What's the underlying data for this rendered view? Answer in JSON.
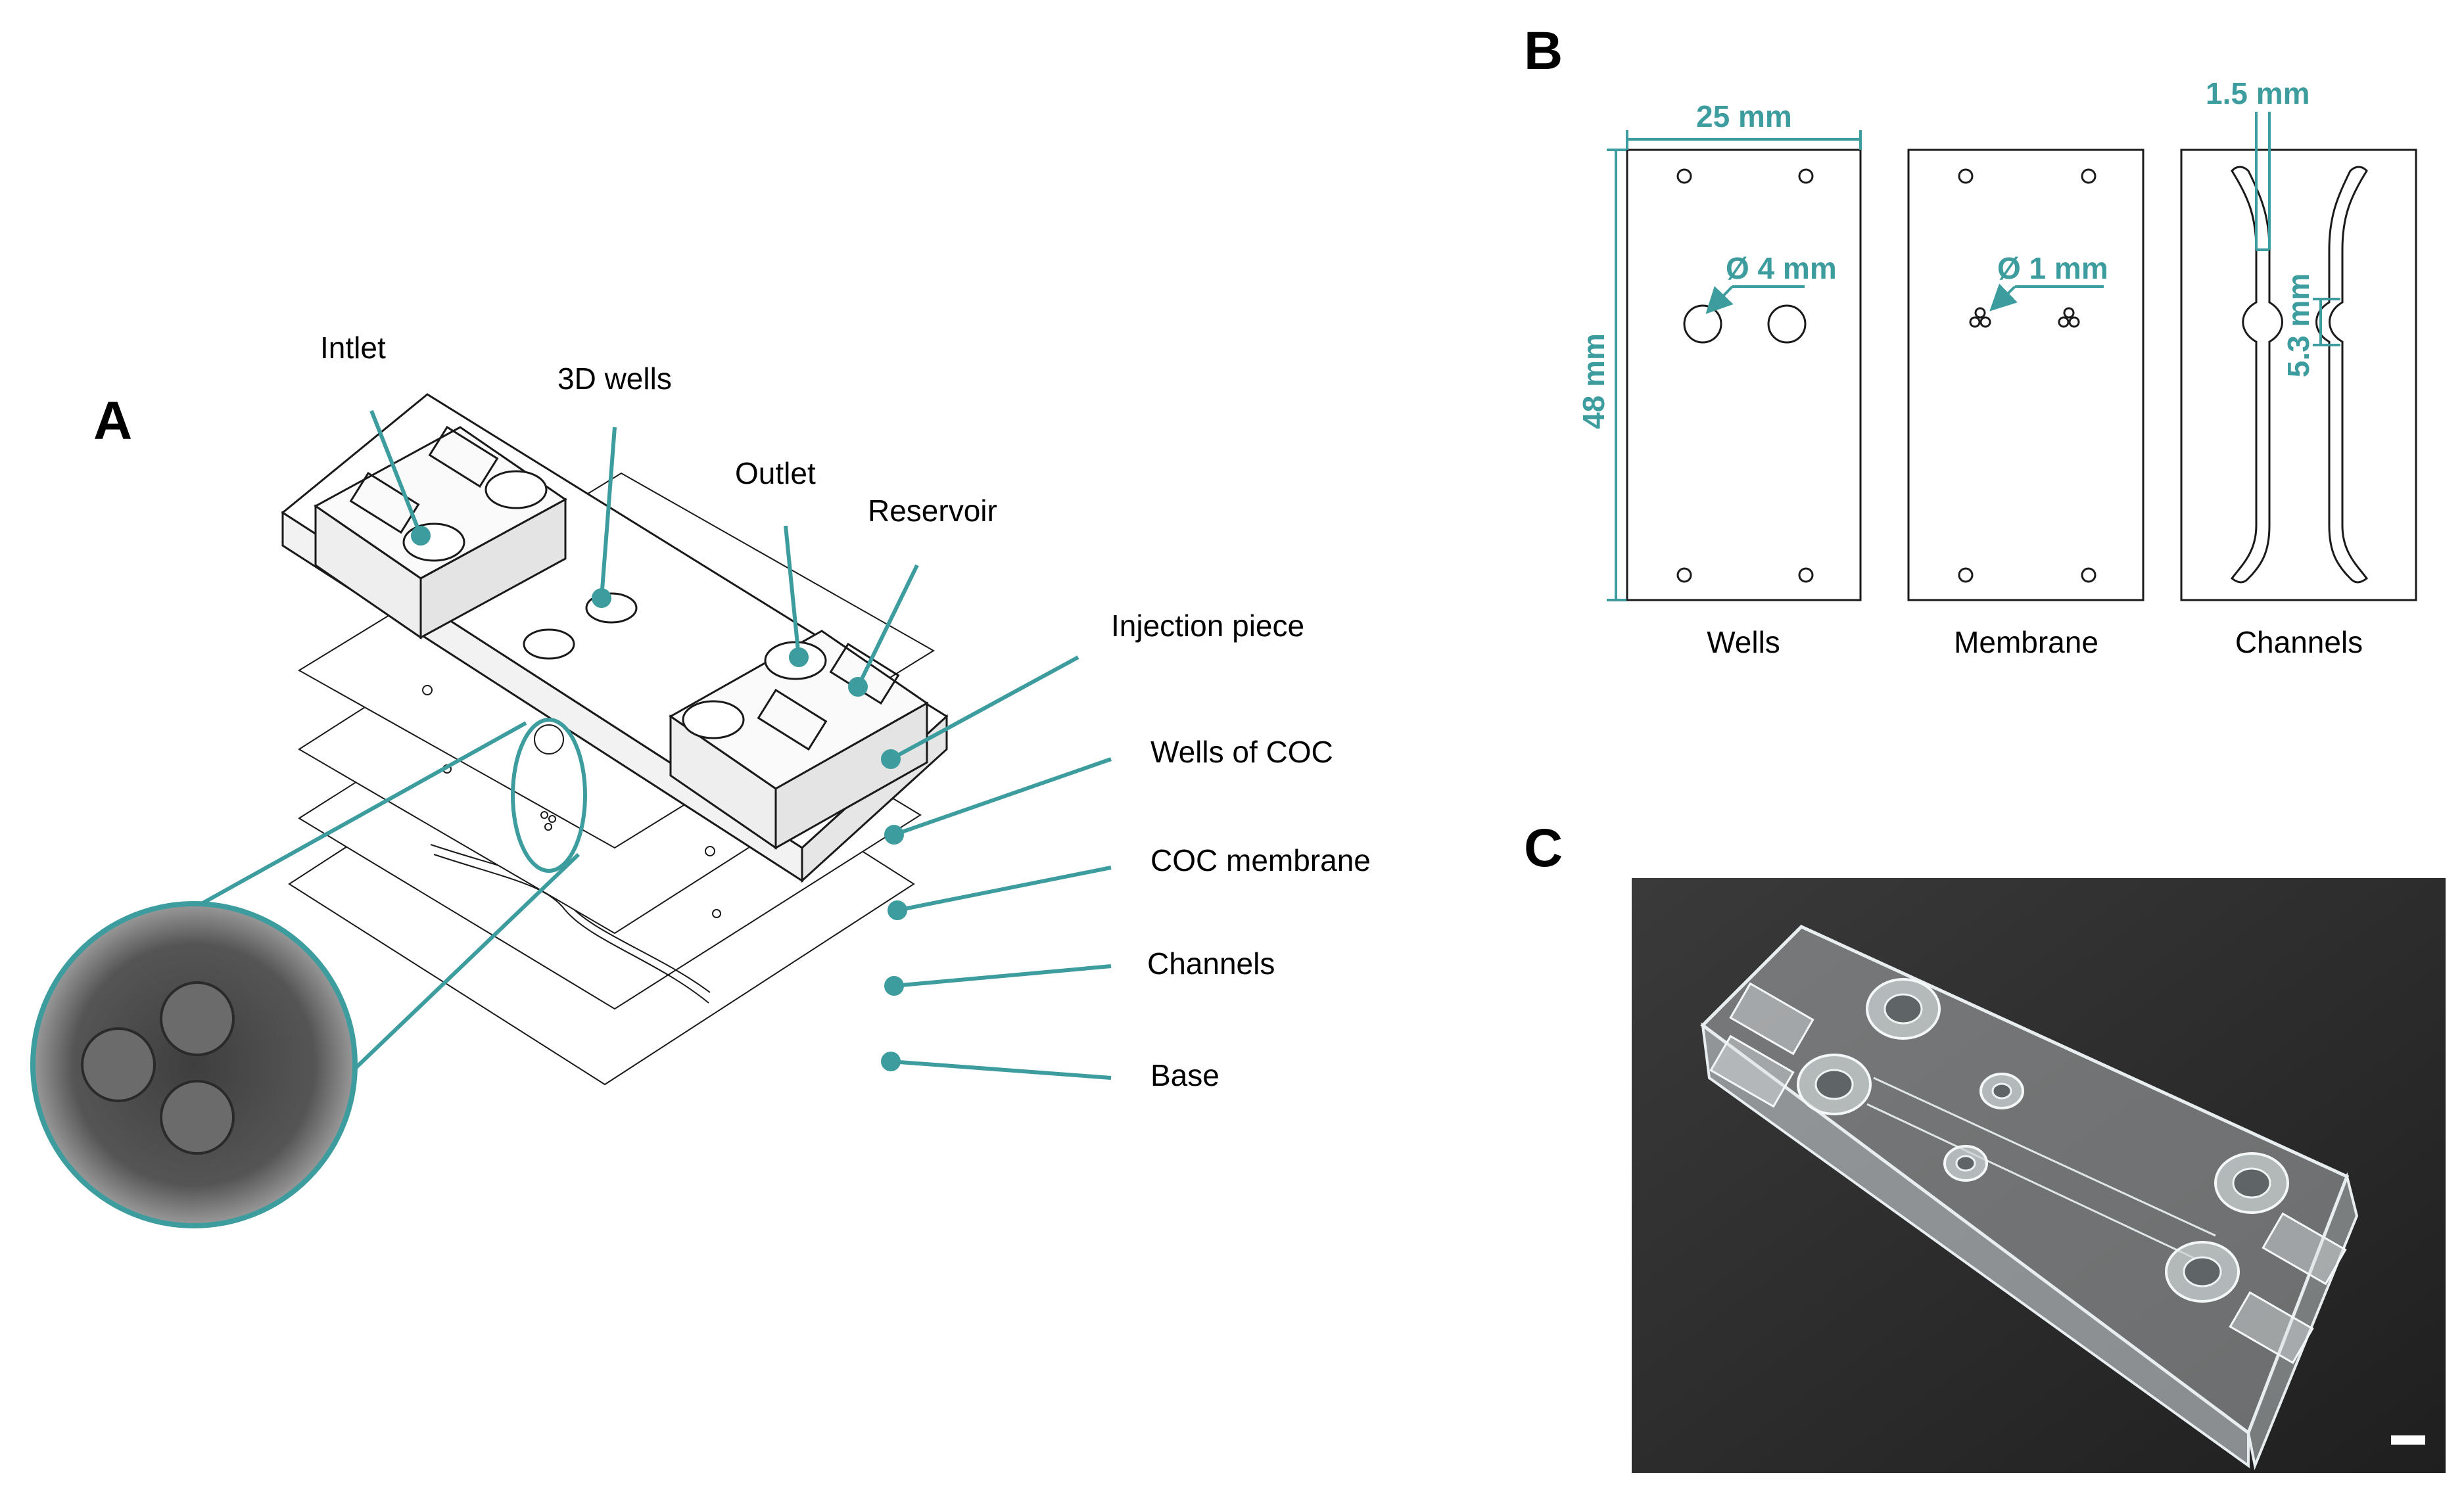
{
  "panels": {
    "a": {
      "letter": "A",
      "callouts": {
        "intlet": "Intlet",
        "wells3d": "3D wells",
        "outlet": "Outlet",
        "reservoir": "Reservoir",
        "injection": "Injection piece",
        "wells_coc": "Wells of COC",
        "coc_membrane": "COC membrane",
        "channels": "Channels",
        "base": "Base"
      }
    },
    "b": {
      "letter": "B",
      "dims": {
        "width": "25 mm",
        "height": "48 mm",
        "well_diam": "Ø 4 mm",
        "pore_diam": "Ø 1 mm",
        "channel_width": "1.5 mm",
        "chamber_length": "5.3 mm"
      },
      "captions": {
        "wells": "Wells",
        "membrane": "Membrane",
        "channels": "Channels"
      }
    },
    "c": {
      "letter": "C"
    }
  },
  "colors": {
    "accent": "#3d9c9e",
    "ink": "#1a1a1a",
    "photo_bg": "#2b2b2b"
  }
}
